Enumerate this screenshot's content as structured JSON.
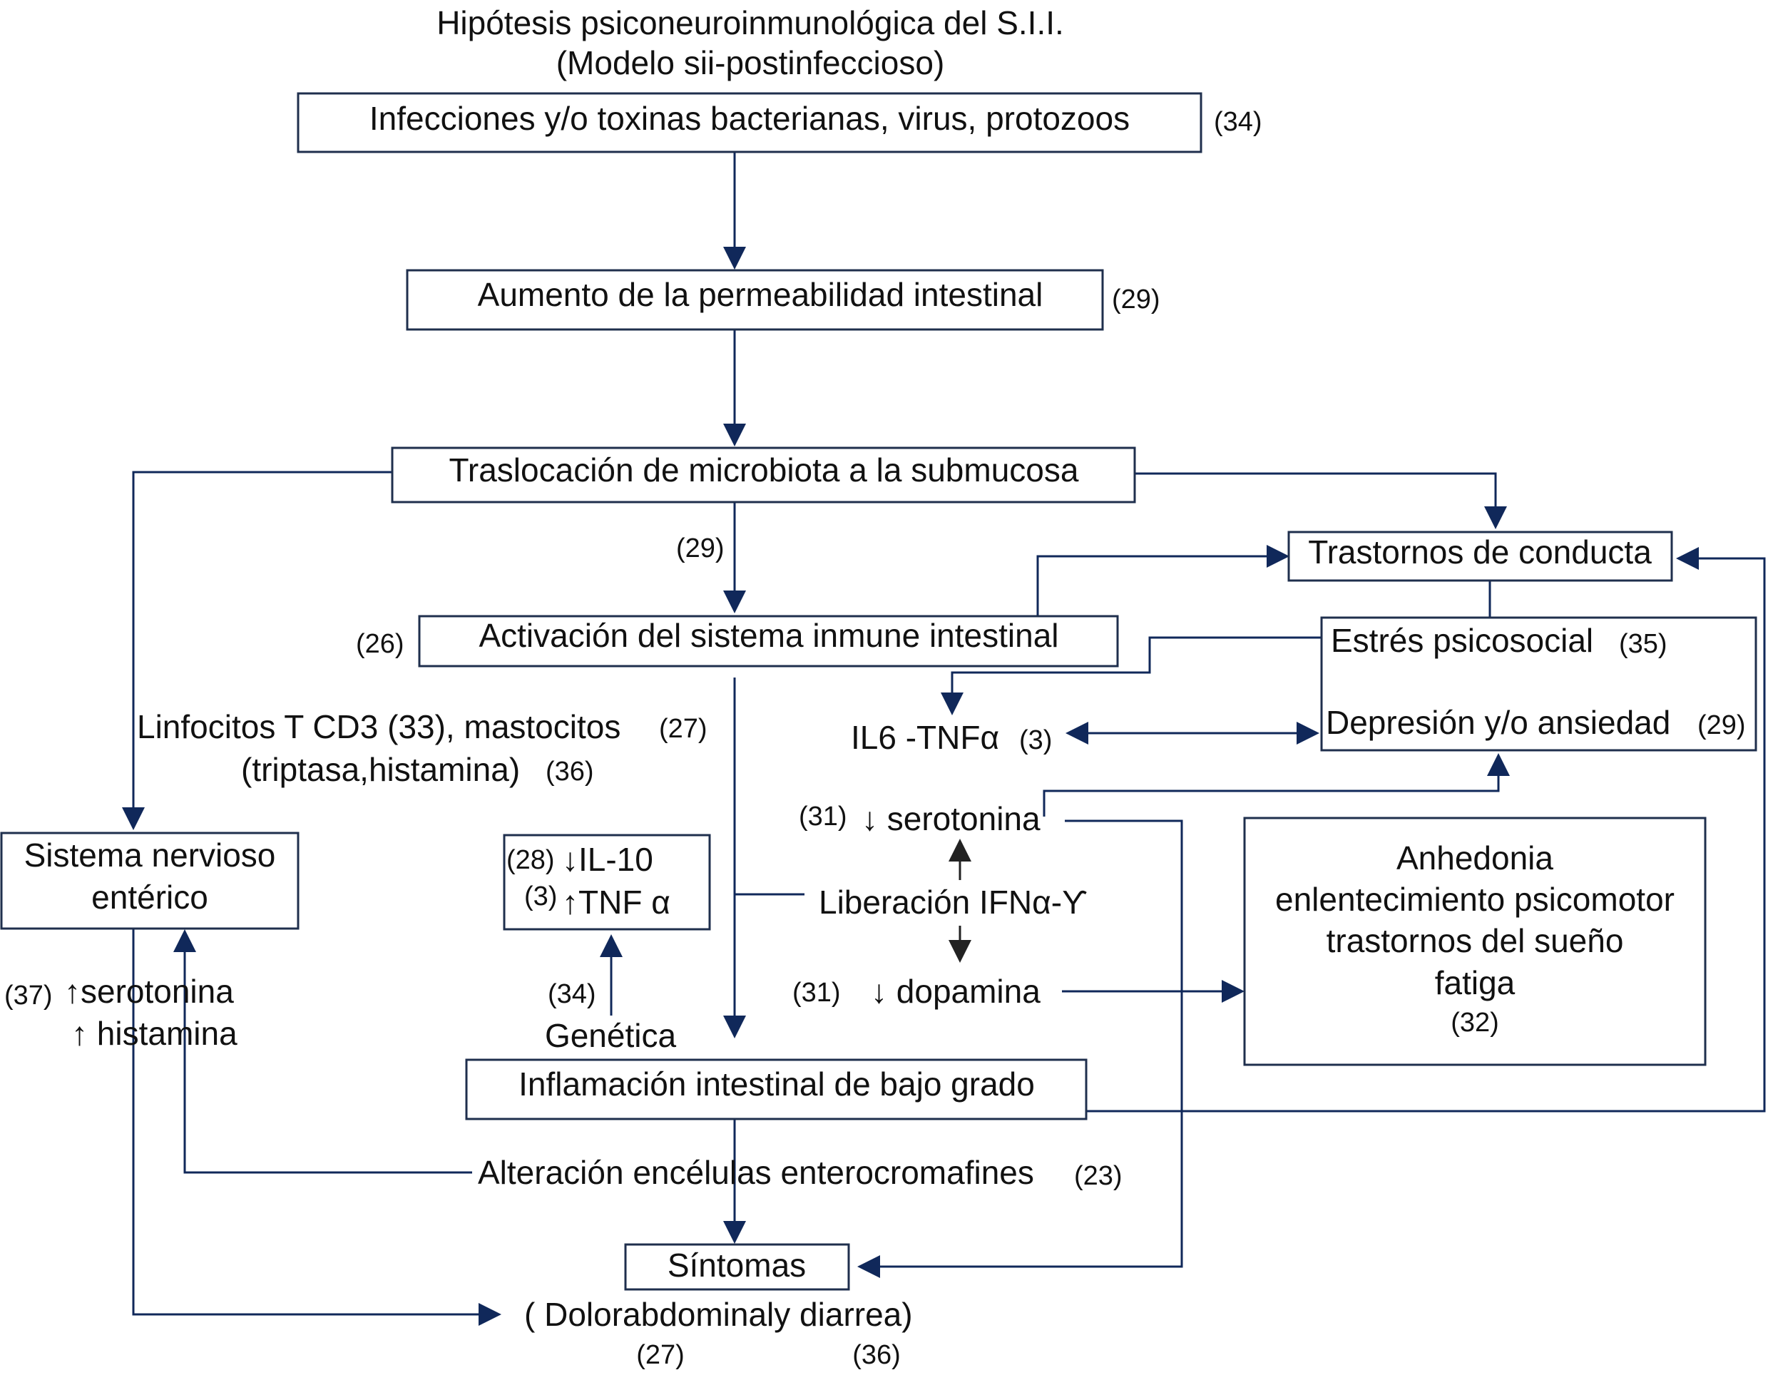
{
  "title": "Hipótesis psiconeuroinmunológica del S.I.I.",
  "subtitle": "(Modelo sii-postinfeccioso)",
  "nodes": {
    "infecciones": {
      "label": "Infecciones y/o toxinas bacterianas, virus, protozoos",
      "ref": "(34)"
    },
    "permeabilidad": {
      "label": "Aumento de la permeabilidad intestinal",
      "ref": "(29)"
    },
    "traslocacion": {
      "label": "Traslocación de microbiota a la submucosa",
      "ref": "(29)"
    },
    "activacion": {
      "label": "Activación del sistema inmune intestinal",
      "ref": "(26)"
    },
    "trastornos": {
      "label": "Trastornos de conducta"
    },
    "estres": {
      "label": "Estrés psicosocial",
      "ref": "(35)"
    },
    "depresion": {
      "label": "Depresión y/o ansiedad",
      "ref": "(29)"
    },
    "il6": {
      "label": "IL6 -TNFα",
      "ref": "(3)"
    },
    "linfocitos": {
      "line1": "Linfocitos T CD3 (33), mastocitos",
      "ref1": "(27)",
      "line2": "(triptasa,histamina)",
      "ref2": "(36)"
    },
    "sne": {
      "line1": "Sistema nervioso",
      "line2": "entérico"
    },
    "il10": {
      "ref1": "(28)",
      "label1": "↓IL-10",
      "ref2": "(3)",
      "label2": "↑TNF α"
    },
    "serotonina_baja": {
      "ref": "(31)",
      "label": "↓ serotonina"
    },
    "liberacion": {
      "label": "Liberación IFNα-ϒ"
    },
    "dopamina": {
      "ref": "(31)",
      "label": "↓ dopamina"
    },
    "anhedonia": {
      "line1": "Anhedonia",
      "line2": "enlentecimiento psicomotor",
      "line3": "trastornos del sueño",
      "line4": "fatiga",
      "ref": "(32)"
    },
    "sne_efectos": {
      "ref": "(37)",
      "line1": "↑serotonina",
      "line2": "↑ histamina"
    },
    "genetica": {
      "ref": "(34)",
      "label": "Genética"
    },
    "inflamacion": {
      "label": "Inflamación intestinal de bajo grado"
    },
    "alteracion": {
      "label": "Alteración encélulas enterocromafines",
      "ref": "(23)"
    },
    "sintomas": {
      "label": "Síntomas"
    },
    "dolor": {
      "label": "( Dolorabdominaly diarrea)",
      "ref1": "(27)",
      "ref2": "(36)"
    }
  },
  "colors": {
    "arrow": "#10285a",
    "box_border": "#1f2f4d",
    "arrow_dark": "#222222"
  }
}
